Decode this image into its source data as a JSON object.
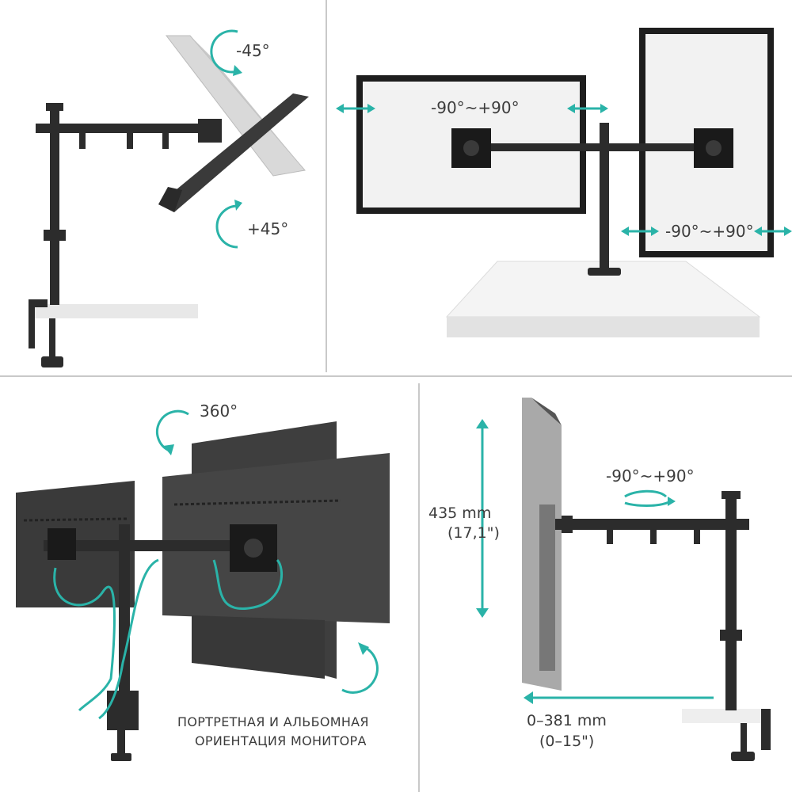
{
  "panel_tilt": {
    "tilt_up": "-45°",
    "tilt_down": "+45°"
  },
  "panel_swivel": {
    "swivel_left": "-90°~+90°",
    "swivel_right": "-90°~+90°"
  },
  "panel_rotate": {
    "rotation": "360°",
    "caption_line1": "ПОРТРЕТНАЯ И АЛЬБОМНАЯ",
    "caption_line2": "ОРИЕНТАЦИЯ МОНИТОРА"
  },
  "panel_dimensions": {
    "swivel": "-90°~+90°",
    "height_mm": "435 mm",
    "height_in": "(17,1\")",
    "reach_mm": "0–381 mm",
    "reach_in": "(0–15\")"
  },
  "colors": {
    "accent": "#2ab3a8",
    "metal": "#2c2c2c",
    "screen": "#f2f2f2",
    "divider": "#c9c9c9"
  }
}
